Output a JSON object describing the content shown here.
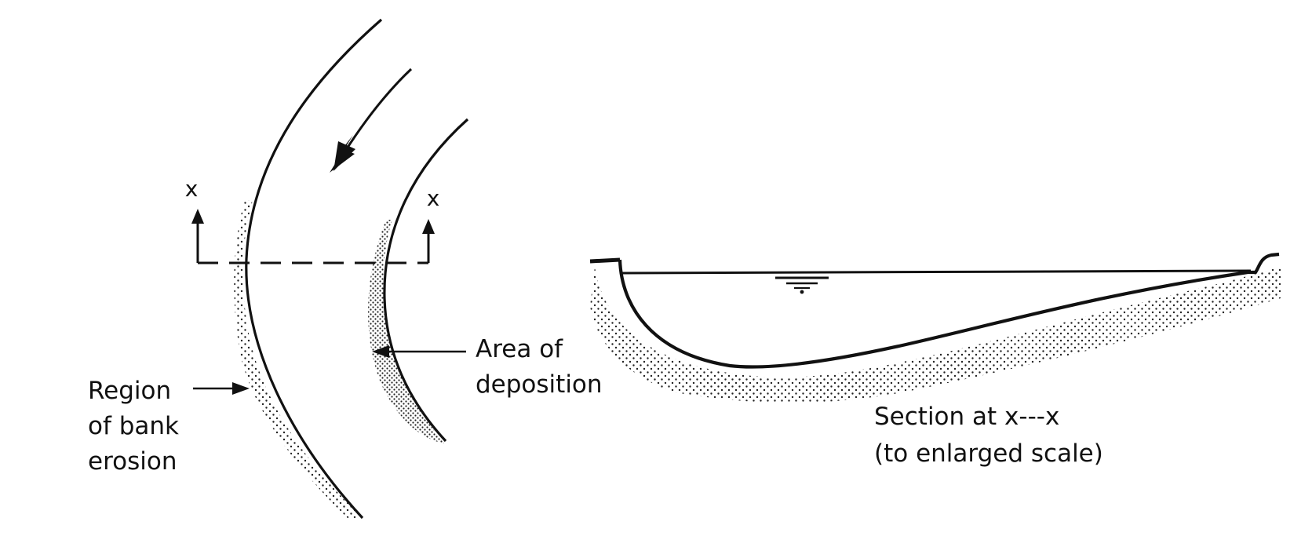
{
  "figure": {
    "plan_view": {
      "section_marker_left": "x",
      "section_marker_right": "x",
      "label_deposition_line1": "Area of",
      "label_deposition_line2": "deposition",
      "label_erosion_line1": "Region",
      "label_erosion_line2": "of bank",
      "label_erosion_line3": "erosion"
    },
    "section_view": {
      "caption_line1": "Section at x---x",
      "caption_line2": "(to enlarged scale)"
    }
  },
  "colors": {
    "ink": "#111111",
    "background": "#ffffff"
  }
}
